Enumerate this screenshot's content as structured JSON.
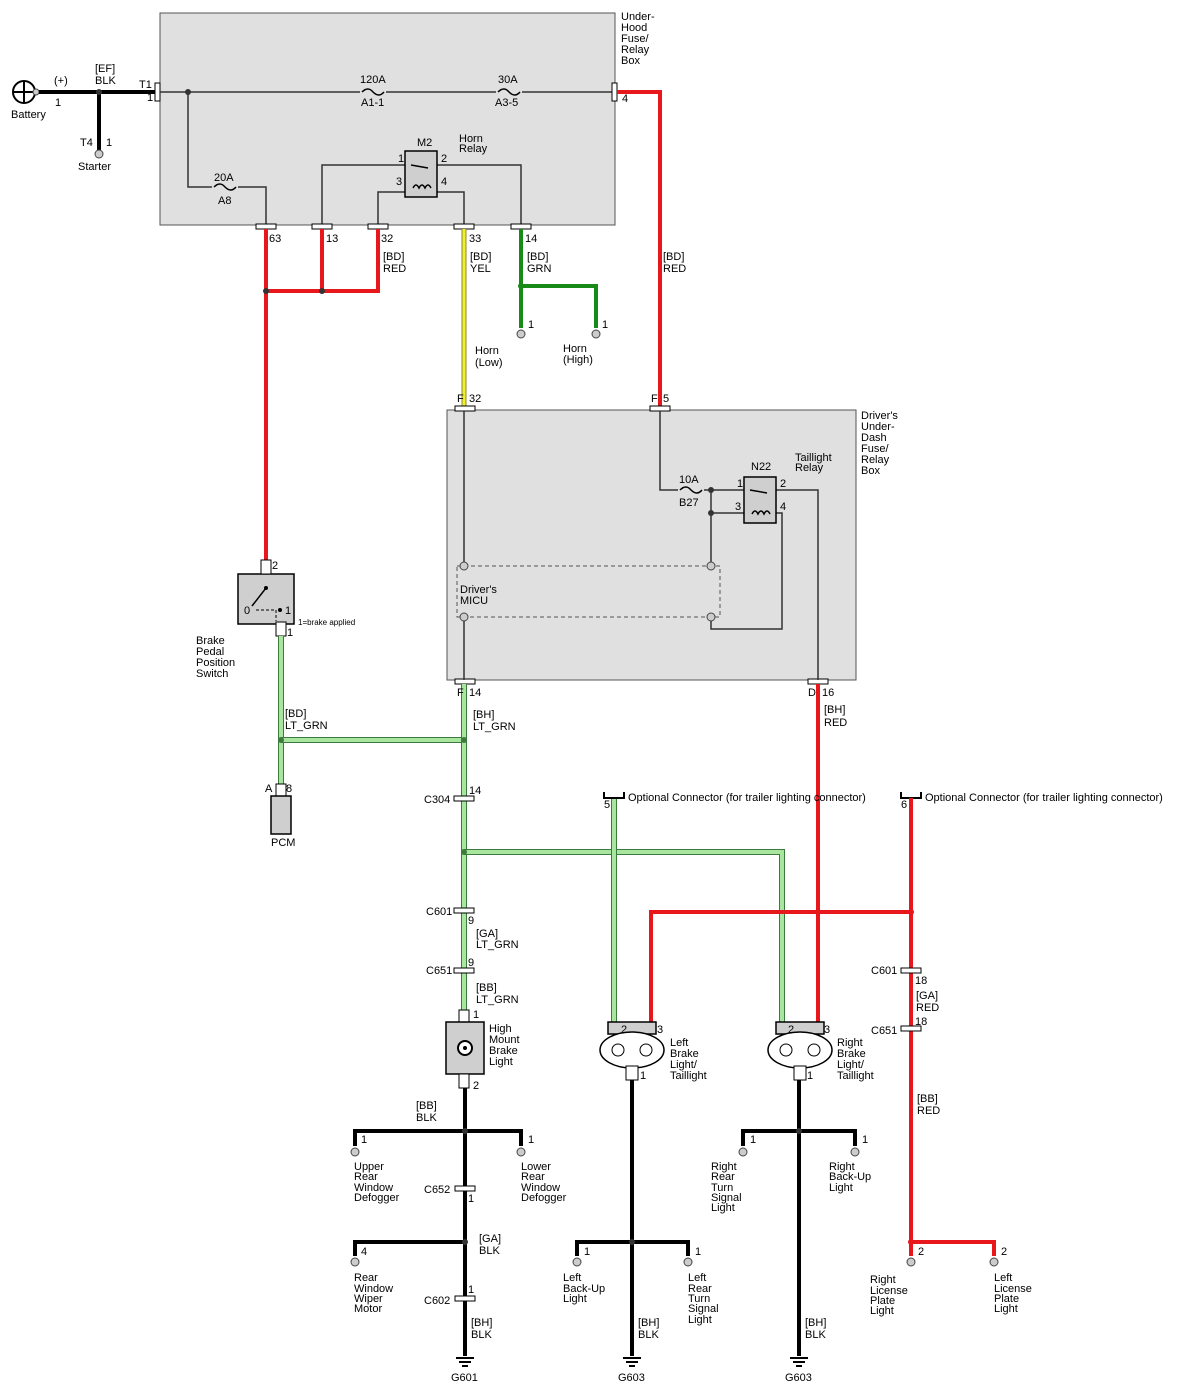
{
  "battery": {
    "label": "Battery",
    "plus": "(+)",
    "pin": "1",
    "wire": [
      "[EF]",
      "BLK"
    ]
  },
  "starter": {
    "label": "Starter",
    "conn": "T4",
    "pin": "1"
  },
  "uhbox": {
    "title": [
      "Under-",
      "Hood",
      "Fuse/",
      "Relay",
      "Box"
    ],
    "t1": "T1",
    "t1pin": "1",
    "pin4": "4",
    "fuse_main": {
      "amps": "120A",
      "id": "A1-1"
    },
    "fuse_30": {
      "amps": "30A",
      "id": "A3-5"
    },
    "fuse_20": {
      "amps": "20A",
      "id": "A8"
    },
    "relay": {
      "id": "M2",
      "name": [
        "Horn",
        "Relay"
      ],
      "p1": "1",
      "p2": "2",
      "p3": "3",
      "p4": "4"
    },
    "pins": [
      "63",
      "13",
      "32",
      "33",
      "14"
    ]
  },
  "wires": {
    "bd_red_a": [
      "[BD]",
      "RED"
    ],
    "bd_yel": [
      "[BD]",
      "YEL"
    ],
    "bd_grn": [
      "[BD]",
      "GRN"
    ],
    "bd_red_b": [
      "[BD]",
      "RED"
    ],
    "bd_ltgrn": [
      "[BD]",
      "LT_GRN"
    ],
    "bh_ltgrn": [
      "[BH]",
      "LT_GRN"
    ],
    "bh_red": [
      "[BH]",
      "RED"
    ],
    "ga_ltgrn": [
      "[GA]",
      "LT_GRN"
    ],
    "bb_ltgrn": [
      "[BB]",
      "LT_GRN"
    ],
    "bb_blk": [
      "[BB]",
      "BLK"
    ],
    "ga_blk": [
      "[GA]",
      "BLK"
    ],
    "bh_blk1": [
      "[BH]",
      "BLK"
    ],
    "bh_blk2": [
      "[BH]",
      "BLK"
    ],
    "bh_blk3": [
      "[BH]",
      "BLK"
    ],
    "ga_red": [
      "[GA]",
      "RED"
    ],
    "bb_red": [
      "[BB]",
      "RED"
    ]
  },
  "horns": {
    "low": [
      "Horn",
      "(Low)"
    ],
    "high": [
      "Horn",
      "(High)"
    ],
    "pin": "1"
  },
  "dubox": {
    "title": [
      "Driver's",
      "Under-",
      "Dash",
      "Fuse/",
      "Relay",
      "Box"
    ],
    "f32": [
      "F",
      "32"
    ],
    "f5": [
      "F",
      "5"
    ],
    "f14": [
      "F",
      "14"
    ],
    "d16": [
      "D",
      "16"
    ],
    "fuse": {
      "amps": "10A",
      "id": "B27"
    },
    "relay": {
      "id": "N22",
      "name": [
        "Taillight",
        "Relay"
      ],
      "p1": "1",
      "p2": "2",
      "p3": "3",
      "p4": "4"
    },
    "micu": [
      "Driver's",
      "MICU"
    ]
  },
  "brake_switch": {
    "name": [
      "Brake",
      "Pedal",
      "Position",
      "Switch"
    ],
    "pin2": "2",
    "pin1": "1",
    "state0": "0",
    "state1": "1",
    "note": "1=brake applied"
  },
  "pcm": {
    "label": "PCM",
    "conn": "A",
    "pin": "8"
  },
  "connectors": {
    "c304": "C304",
    "c304pin": "14",
    "c601a": "C601",
    "c601apin": "9",
    "c651a": "C651",
    "c651apin": "9",
    "c601b": "C601",
    "c601bpin": "18",
    "c651b": "C651",
    "c651bpin": "18",
    "c652": "C652",
    "c652pin": "1",
    "c602": "C602",
    "c602pin": "1"
  },
  "optional": {
    "a": {
      "pin": "5",
      "label": "Optional Connector (for trailer lighting connector)"
    },
    "b": {
      "pin": "6",
      "label": "Optional Connector (for trailer lighting connector)"
    }
  },
  "hmsl": {
    "name": [
      "High",
      "Mount",
      "Brake",
      "Light"
    ],
    "pin1": "1",
    "pin2": "2"
  },
  "lbl": {
    "name": [
      "Left",
      "Brake",
      "Light/",
      "Taillight"
    ],
    "p1": "1",
    "p2": "2",
    "p3": "3"
  },
  "rbl": {
    "name": [
      "Right",
      "Brake",
      "Light/",
      "Taillight"
    ],
    "p1": "1",
    "p2": "2",
    "p3": "3"
  },
  "loads": {
    "urwd": {
      "name": [
        "Upper",
        "Rear",
        "Window",
        "Defogger"
      ],
      "pin": "1"
    },
    "lrwd": {
      "name": [
        "Lower",
        "Rear",
        "Window",
        "Defogger"
      ],
      "pin": "1"
    },
    "rwwm": {
      "name": [
        "Rear",
        "Window",
        "Wiper",
        "Motor"
      ],
      "pin": "4"
    },
    "lbul": {
      "name": [
        "Left",
        "Back-Up",
        "Light"
      ],
      "pin": "1"
    },
    "lrts": {
      "name": [
        "Left",
        "Rear",
        "Turn",
        "Signal",
        "Light"
      ],
      "pin": "1"
    },
    "rrts": {
      "name": [
        "Right",
        "Rear",
        "Turn",
        "Signal",
        "Light"
      ],
      "pin": "1"
    },
    "rbul": {
      "name": [
        "Right",
        "Back-Up",
        "Light"
      ],
      "pin": "1"
    },
    "rlpl": {
      "name": [
        "Right",
        "License",
        "Plate",
        "Light"
      ],
      "pin": "2"
    },
    "llpl": {
      "name": [
        "Left",
        "License",
        "Plate",
        "Light"
      ],
      "pin": "2"
    }
  },
  "grounds": {
    "g601": "G601",
    "g603a": "G603",
    "g603b": "G603"
  }
}
